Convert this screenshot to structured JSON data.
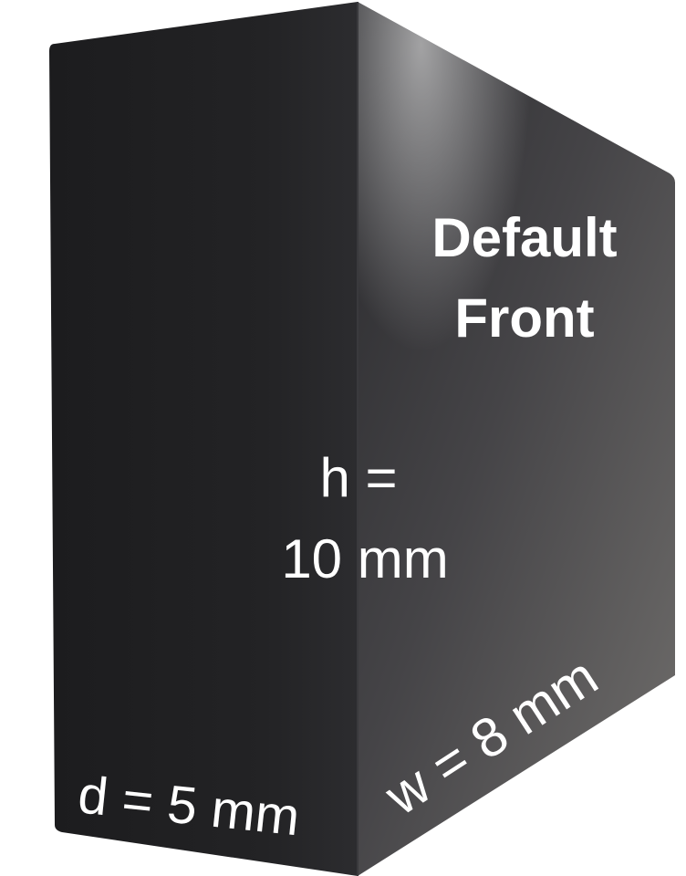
{
  "labels": {
    "face_label_line1": "Default",
    "face_label_line2": "Front",
    "height_line1": "h =",
    "height_line2": "10 mm",
    "depth": "d = 5 mm",
    "width": "w = 8 mm"
  },
  "colors": {
    "background": "#ffffff",
    "left_face": "#222224",
    "right_face_top": "#2a2a2d",
    "right_face_bottom": "#6e6c6b",
    "text": "#ffffff"
  }
}
